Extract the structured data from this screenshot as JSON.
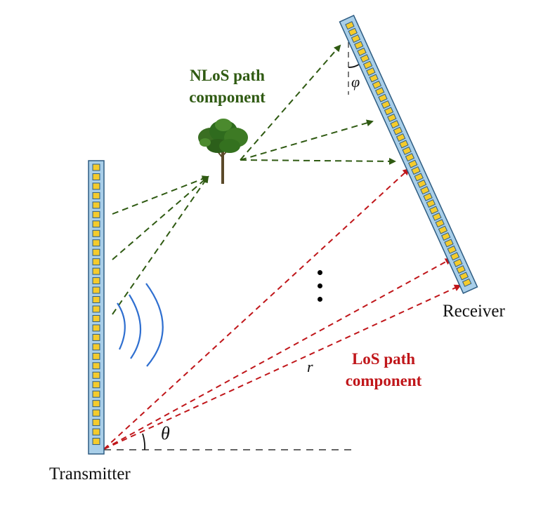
{
  "labels": {
    "transmitter": "Transmitter",
    "receiver": "Receiver",
    "nlos_line1": "NLoS path",
    "nlos_line2": "component",
    "los_line1": "LoS path",
    "los_line2": "component",
    "theta": "θ",
    "phi": "φ",
    "r": "r"
  },
  "colors": {
    "nlos": "#2f5a12",
    "los": "#c0161a",
    "array_fill": "#a9cfe9",
    "array_stroke": "#2e5c82",
    "element_fill": "#f4cb2c",
    "wave": "#2f6fd0",
    "tree_foliage": "#2f6b1e",
    "tree_trunk": "#5b4a2a"
  },
  "icons": {
    "transmitter_array": "antenna-array-icon",
    "receiver_array": "antenna-array-icon",
    "scatterer": "tree-icon",
    "signal": "radio-wave-icon"
  }
}
